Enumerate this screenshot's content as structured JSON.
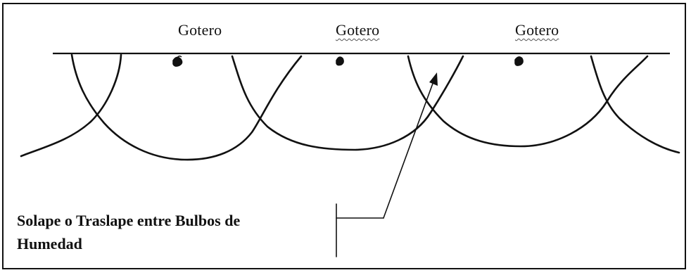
{
  "drippers": [
    {
      "label": "Gotero",
      "spellcheck_underline": false
    },
    {
      "label": "Gotero",
      "spellcheck_underline": true
    },
    {
      "label": "Gotero",
      "spellcheck_underline": true
    }
  ],
  "annotation": {
    "line1": "Solape o Traslape entre Bulbos de",
    "line2": "Humedad"
  },
  "colors": {
    "ink": "#111111",
    "background": "#ffffff"
  }
}
